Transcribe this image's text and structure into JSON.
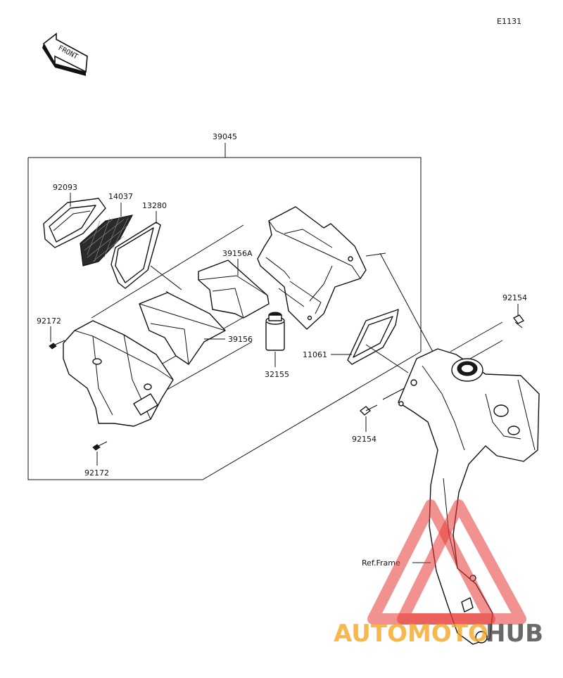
{
  "diagram_code": "E1131",
  "front_arrow_label": "FRONT",
  "assembly_label": "39045",
  "parts": {
    "p92093": "92093",
    "p14037": "14037",
    "p13280": "13280",
    "p39156A": "39156A",
    "p92172_top": "92172",
    "p39156": "39156",
    "p32155": "32155",
    "p11061": "11061",
    "p92172_bottom": "92172",
    "p92154_top": "92154",
    "p92154_bottom": "92154",
    "ref_frame": "Ref.Frame"
  },
  "watermark": {
    "part1": "AUTOMOTO",
    "part2": "HUB",
    "color_orange": "#f5a623",
    "color_dark": "#444444",
    "color_red": "#e53935"
  }
}
